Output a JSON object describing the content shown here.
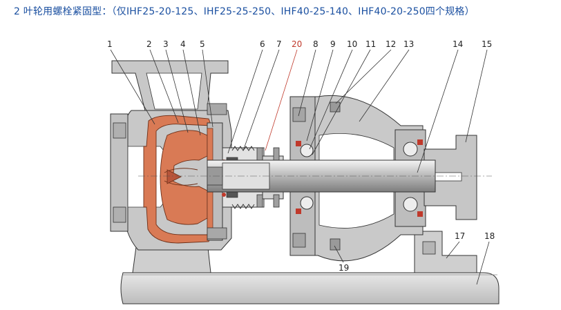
{
  "title": "2 叶轮用螺栓紧固型：（仅IHF25-20-125、IHF25-25-250、IHF40-25-140、IHF40-20-250四个规格）",
  "labels": [
    "1",
    "2",
    "3",
    "4",
    "5",
    "6",
    "7",
    "20",
    "8",
    "9",
    "10",
    "11",
    "12",
    "13",
    "14",
    "15",
    "19",
    "17",
    "18"
  ],
  "colors": {
    "title": "#1a4fa0",
    "metal": "#c8c8c8",
    "metal_dark": "#9a9a9a",
    "lining": "#d97a55",
    "outline": "#333333",
    "highlight": "#c0392b"
  }
}
